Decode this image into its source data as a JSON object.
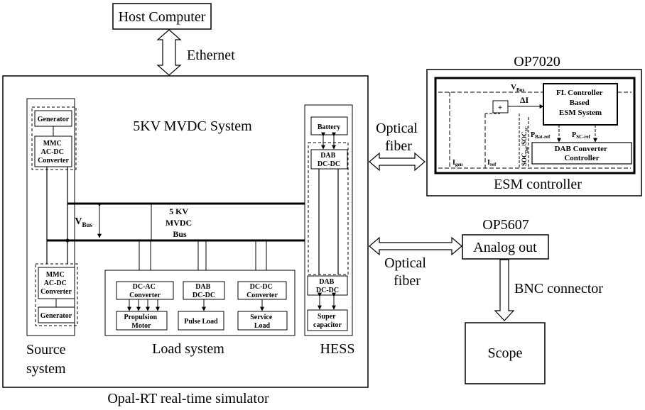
{
  "host": {
    "label": "Host Computer"
  },
  "ethernet": {
    "label": "Ethernet"
  },
  "simulator": {
    "system_title": "5KV MVDC System",
    "caption": "Opal-RT real-time simulator",
    "source": {
      "generator_top": "Generator",
      "mmc_top": [
        "MMC",
        "AC-DC",
        "Converter"
      ],
      "mmc_bottom": [
        "MMC",
        "AC-DC",
        "Converter"
      ],
      "generator_bottom": "Generator",
      "caption": [
        "Source",
        "system"
      ]
    },
    "bus": {
      "vbus_main": "V",
      "vbus_sub": "Bus",
      "label": [
        "5 KV",
        "MVDC",
        "Bus"
      ]
    },
    "load": {
      "dcac": [
        "DC-AC",
        "Converter"
      ],
      "dab": [
        "DAB",
        "DC-DC"
      ],
      "dcdc": [
        "DC-DC",
        "Converter"
      ],
      "propulsion": [
        "Propulsion",
        "Motor"
      ],
      "pulse": "Pulse Load",
      "service": [
        "Service",
        "Load"
      ],
      "caption": "Load system"
    },
    "hess": {
      "battery": "Battery",
      "dab_top": [
        "DAB",
        "DC-DC"
      ],
      "dab_bottom": [
        "DAB",
        "DC-DC"
      ],
      "supercap": [
        "Super",
        "capacitor"
      ],
      "caption": "HESS"
    }
  },
  "optical_top": [
    "Optical",
    "fiber"
  ],
  "optical_bottom": [
    "Optical",
    "fiber"
  ],
  "op7020": {
    "title": "OP7020",
    "caption": "ESM controller",
    "fl_controller": [
      "FL Controller",
      "Based",
      "ESM System"
    ],
    "dab_controller": [
      "DAB Converter",
      "Controller"
    ],
    "sum_symbol": "+",
    "vbus_main": "V",
    "vbus_sub": "Bus",
    "delta_i": "ΔI",
    "pbat_main": "P",
    "pbat_sub": "Bat-ref",
    "psc_main": "P",
    "psc_sub": "SC-ref",
    "igen_main": "I",
    "igen_sub": "gen",
    "iref_main": "I",
    "iref_sub": "ref",
    "soc_bat_main": "SOC",
    "soc_bat_sub": "Bat",
    "soc_sc_main": "SOC",
    "soc_sc_sub": "SC"
  },
  "op5607": {
    "title": "OP5607",
    "analog_out": "Analog out"
  },
  "bnc": {
    "label": "BNC connector"
  },
  "scope": {
    "label": "Scope"
  }
}
